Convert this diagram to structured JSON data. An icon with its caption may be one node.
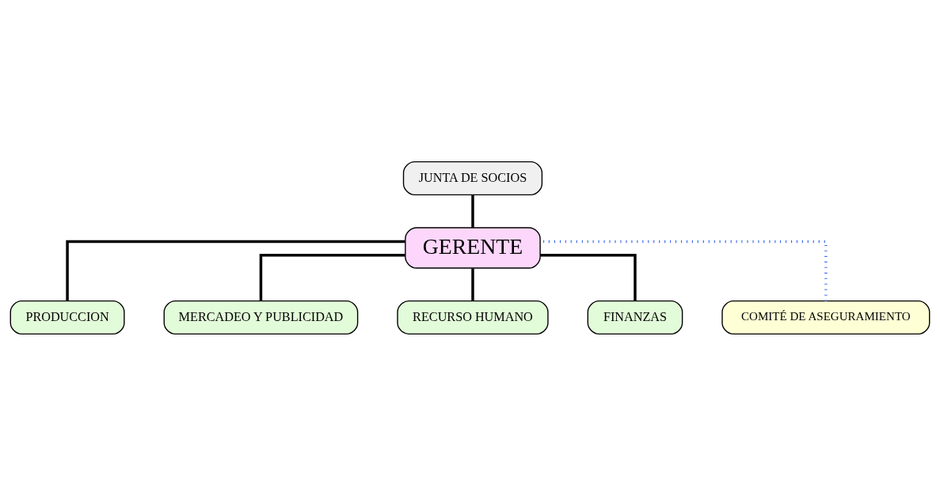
{
  "diagram": {
    "nodes": [
      {
        "text": [
          "JUNTA DE SOCIOS"
        ]
      },
      {
        "text": [
          "PRODUCCION"
        ]
      },
      {
        "text": [
          "MERCADEO Y PUBLICIDAD"
        ]
      },
      {
        "text": [
          "GERENTE"
        ]
      },
      {
        "text": [
          "COMITÉ DE ASEGURAMIENTO"
        ]
      },
      {
        "text": [
          "RECURSO HUMANO"
        ]
      },
      {
        "text": [
          "FINANZAS"
        ]
      }
    ],
    "edges": [
      {
        "from": 0,
        "to": 3,
        "arrow": "none"
      },
      {
        "from": 3,
        "to": 1,
        "arrow": "none"
      },
      {
        "from": 3,
        "to": 5,
        "arrow": "none"
      },
      {
        "from": 3,
        "to": 2,
        "arrow": "none"
      },
      {
        "from": 3,
        "to": 6,
        "arrow": "none"
      },
      {
        "from": 4,
        "to": 3,
        "arrow": "none",
        "style": "dashed",
        "color": "#3d6cf0"
      }
    ]
  }
}
